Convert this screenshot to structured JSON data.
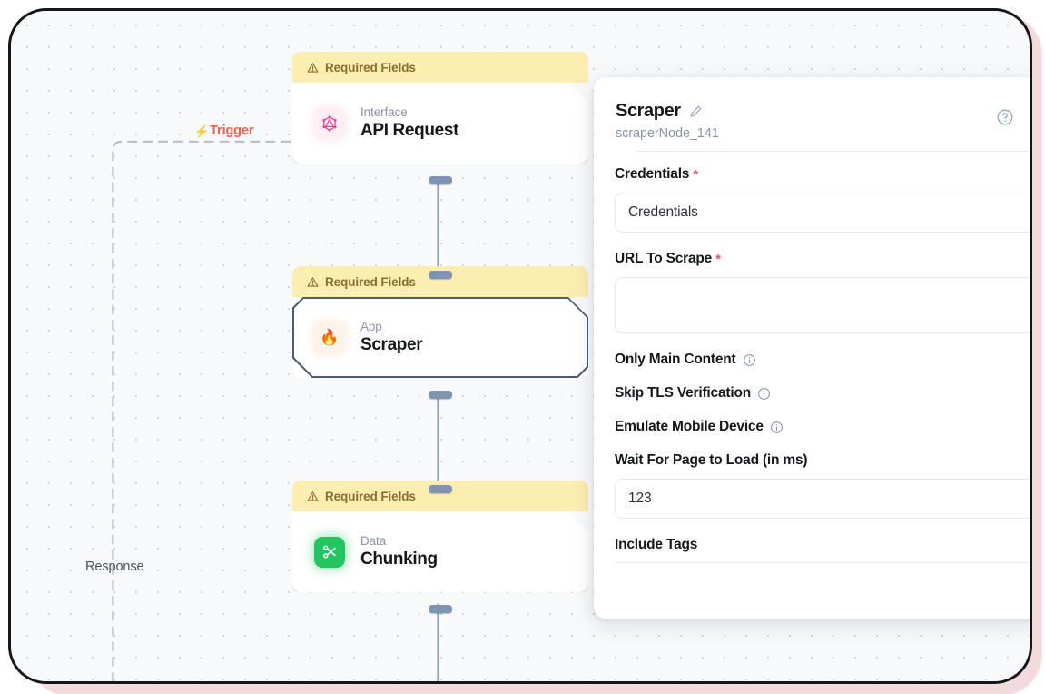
{
  "canvas": {
    "trigger": {
      "label": "Trigger",
      "icon": "lightning-bolt-icon",
      "color": "#f4604e"
    },
    "response": {
      "label": "Response"
    },
    "nodes": [
      {
        "banner": "Required Fields",
        "category": "Interface",
        "title": "API Request",
        "icon": "graphql-hexagon-icon",
        "selected": false
      },
      {
        "banner": "Required Fields",
        "category": "App",
        "title": "Scraper",
        "icon": "flame-icon",
        "selected": true
      },
      {
        "banner": "Required Fields",
        "category": "Data",
        "title": "Chunking",
        "icon": "scissors-icon",
        "selected": false
      }
    ]
  },
  "panel": {
    "title": "Scraper",
    "edit_icon": "pencil-icon",
    "help_icon": "question-mark-circle-icon",
    "subtitle": "scraperNode_141",
    "fields": {
      "credentials": {
        "label": "Credentials",
        "required_marker": "*",
        "value": "Credentials"
      },
      "url_to_scrape": {
        "label": "URL To Scrape",
        "required_marker": "*",
        "value": ""
      },
      "only_main_content": {
        "label": "Only Main Content",
        "info_icon": "info-circle-icon"
      },
      "skip_tls_verification": {
        "label": "Skip TLS Verification",
        "info_icon": "info-circle-icon"
      },
      "emulate_mobile_device": {
        "label": "Emulate Mobile Device",
        "info_icon": "info-circle-icon"
      },
      "wait_for_page_load": {
        "label": "Wait For Page to Load (in ms)",
        "value": "123"
      },
      "include_tags": {
        "label": "Include Tags"
      }
    }
  },
  "colors": {
    "banner_bg": "#fcedb0",
    "banner_text": "#8a6d2f",
    "required_star": "#f2556b",
    "trigger": "#f4604e",
    "handle": "#7f94b0",
    "canvas_bg": "#f8f9fb"
  }
}
